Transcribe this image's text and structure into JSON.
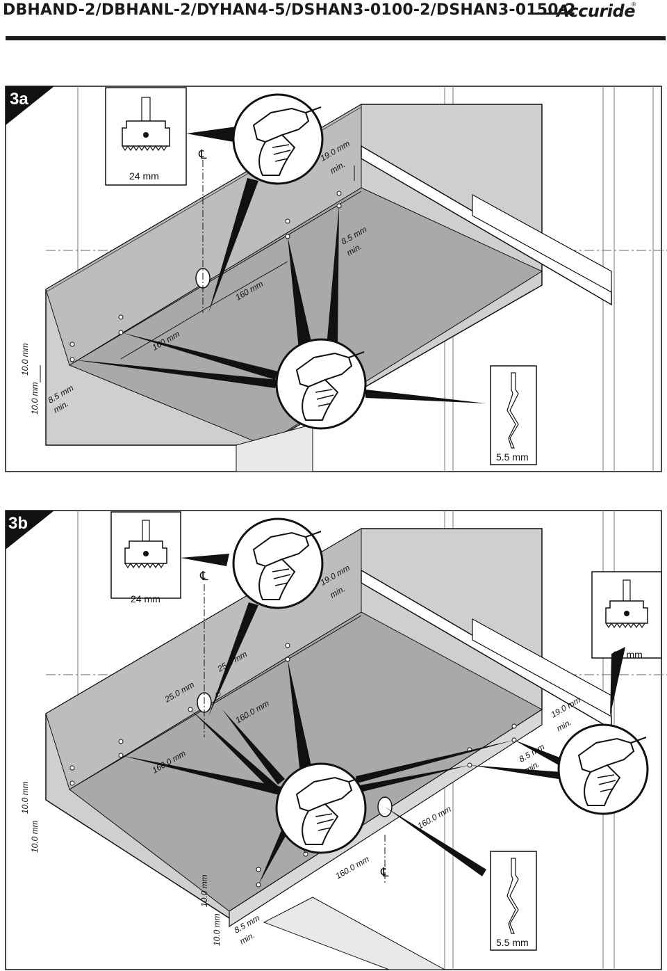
{
  "header": {
    "title": "DBHAND-2/DBHANL-2/DYHAN4-5/DSHAN3-0100-2/DSHAN3-0150-2",
    "logo": "Accuride",
    "logo_mark": "®"
  },
  "panel_a": {
    "badge": "3a",
    "jig_label": "24 mm",
    "centerline": "℄",
    "dim_19": "19.0 mm",
    "dim_19_min": "min.",
    "dim_85_top": "8.5 mm",
    "dim_85_top_min": "min.",
    "dim_160_right": "160 mm",
    "dim_160_left": "160 mm",
    "dim_10_top": "10.0 mm",
    "dim_10_bottom": "10.0 mm",
    "dim_85_bottom": "8.5 mm",
    "dim_85_bottom_min": "min.",
    "drill_bit": "5.5 mm"
  },
  "panel_b": {
    "badge": "3b",
    "jig_label_left": "24 mm",
    "jig_label_right": "24 mm",
    "centerline_top": "℄",
    "centerline_bottom": "℄",
    "dim_19_top": "19.0 mm",
    "dim_19_top_min": "min.",
    "dim_25_right": "25.0 mm",
    "dim_25_left": "25.0 mm",
    "dim_160_upper": "160.0 mm",
    "dim_160_left": "160.0 mm",
    "dim_19_right": "19.0 mm",
    "dim_19_right_min": "min.",
    "dim_85_right": "8.5 mm",
    "dim_85_right_min": "min.",
    "dim_160_front_right": "160.0 mm",
    "dim_160_front_left": "160.0 mm",
    "dim_10_left_top": "10.0 mm",
    "dim_10_left_bottom": "10.0 mm",
    "dim_10_front_top": "10.0 mm",
    "dim_10_front_bottom": "10.0 mm",
    "dim_85_front": "8.5 mm",
    "dim_85_front_min": "min.",
    "drill_bit": "5.5 mm"
  }
}
